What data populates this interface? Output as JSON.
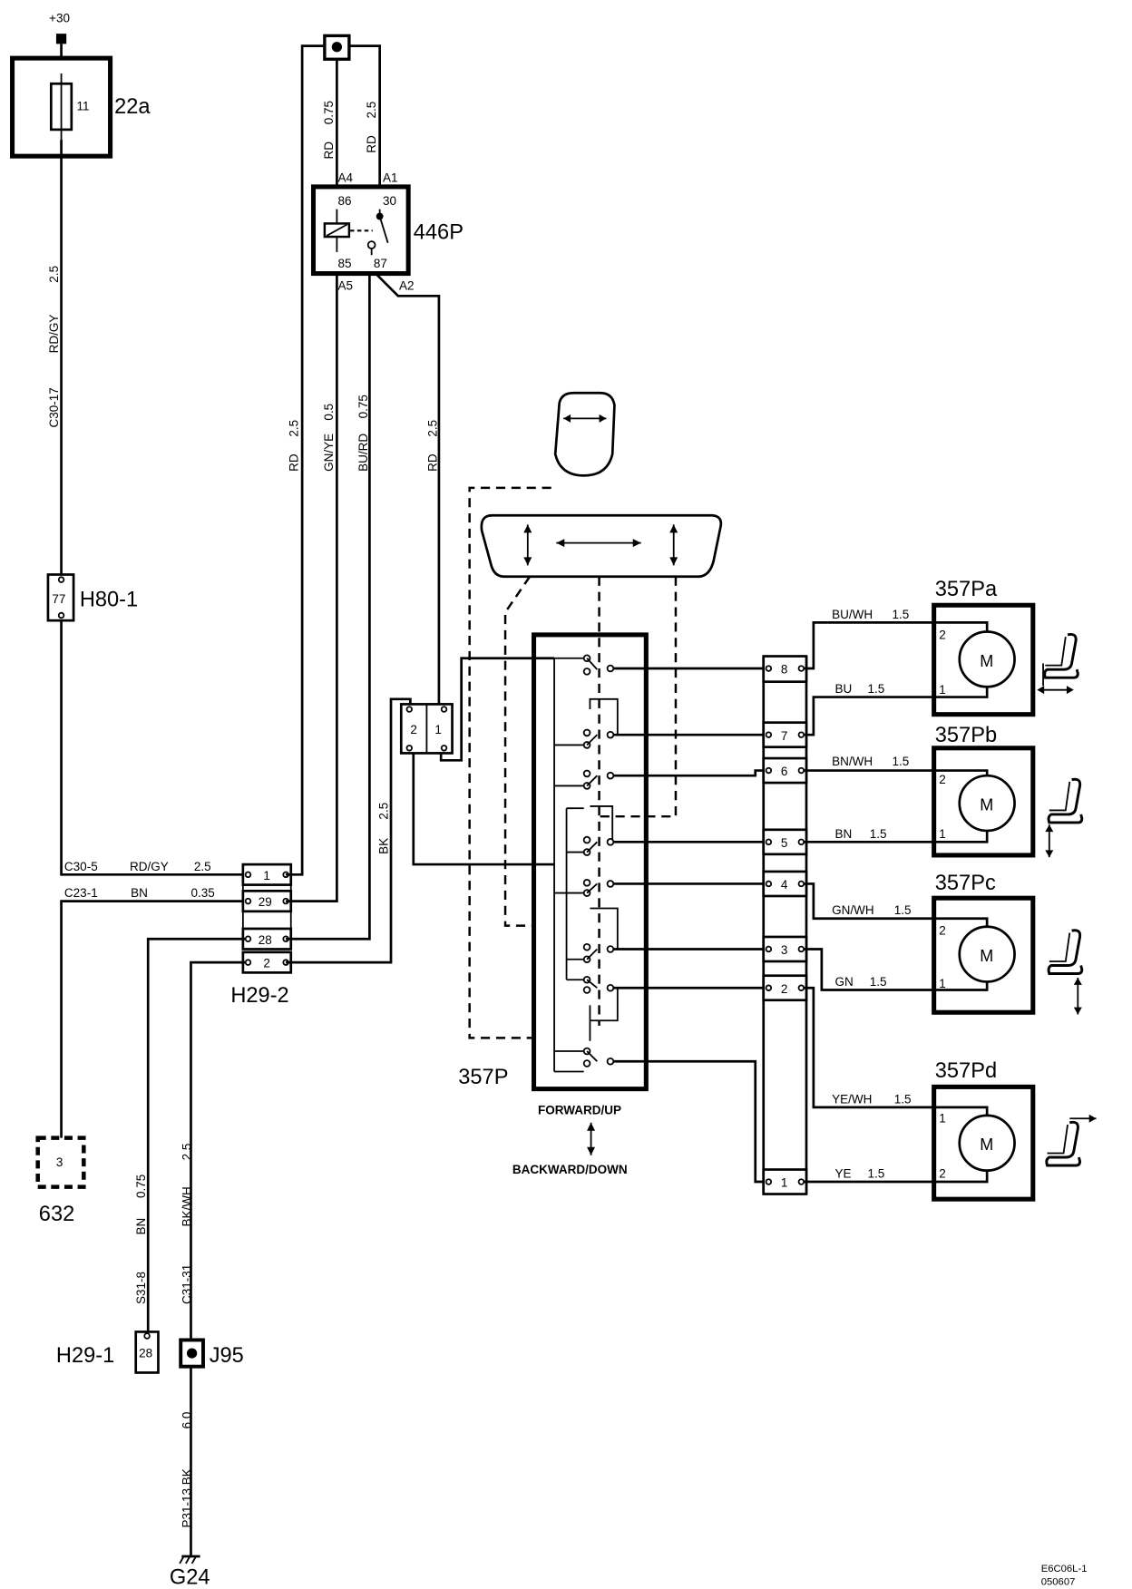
{
  "supply_terminal": "+30",
  "fuse": {
    "pin": "11",
    "name": "22a"
  },
  "relay": {
    "name": "446P",
    "a4": "A4",
    "a1": "A1",
    "p86": "86",
    "p30": "30",
    "p85": "85",
    "p87": "87",
    "a5": "A5",
    "a2": "A2"
  },
  "h80_1": {
    "name": "H80-1",
    "pin": "77"
  },
  "h29_2": {
    "name": "H29-2",
    "pins": [
      "1",
      "29",
      "28",
      "2"
    ]
  },
  "h29_1": {
    "name": "H29-1",
    "pin": "28"
  },
  "c632": {
    "name": "632",
    "pin": "3"
  },
  "j95": {
    "name": "J95"
  },
  "ground": {
    "name": "G24"
  },
  "switch": {
    "name": "357P",
    "forward_up": "FORWARD/UP",
    "backward_down": "BACKWARD/DOWN",
    "input_pins": [
      "2",
      "1"
    ]
  },
  "switch_connector": {
    "pins": [
      "8",
      "7",
      "6",
      "5",
      "4",
      "3",
      "2",
      "1"
    ]
  },
  "wires": {
    "fuse_to_h80": {
      "color": "RD/GY",
      "size": "2.5",
      "connector": "C30-17"
    },
    "h80_to_h29": {
      "connector": "C30-5",
      "color": "RD/GY",
      "size": "2.5"
    },
    "h29_to_632": {
      "connector": "C23-1",
      "color": "BN",
      "size": "0.35"
    },
    "relay_86_feed": {
      "color": "RD",
      "size": "0.75"
    },
    "relay_30_feed": {
      "color": "RD",
      "size": "2.5"
    },
    "h29_pin1_riser": {
      "color": "RD",
      "size": "2.5"
    },
    "relay_85": {
      "color": "GN/YE",
      "size": "0.5"
    },
    "relay_87": {
      "color": "BU/RD",
      "size": "0.75"
    },
    "relay_a2_out": {
      "color": "RD",
      "size": "2.5"
    },
    "switch_ground": {
      "color": "BK",
      "size": "2.5"
    },
    "h29_1_feed": {
      "color": "BN",
      "size": "0.75",
      "connector": "S31-8"
    },
    "j95_feed": {
      "color": "BK/WH",
      "size": "2.5",
      "connector": "C31-31"
    },
    "ground_lead": {
      "size": "6.0",
      "connector_color": "P31-13 BK"
    }
  },
  "motors": [
    {
      "name": "357Pa",
      "symbol": "M",
      "top_pin": "2",
      "bottom_pin": "1",
      "top_wire": {
        "color": "BU/WH",
        "size": "1.5"
      },
      "bottom_wire": {
        "color": "BU",
        "size": "1.5"
      }
    },
    {
      "name": "357Pb",
      "symbol": "M",
      "top_pin": "2",
      "bottom_pin": "1",
      "top_wire": {
        "color": "BN/WH",
        "size": "1.5"
      },
      "bottom_wire": {
        "color": "BN",
        "size": "1.5"
      }
    },
    {
      "name": "357Pc",
      "symbol": "M",
      "top_pin": "2",
      "bottom_pin": "1",
      "top_wire": {
        "color": "GN/WH",
        "size": "1.5"
      },
      "bottom_wire": {
        "color": "GN",
        "size": "1.5"
      }
    },
    {
      "name": "357Pd",
      "symbol": "M",
      "top_pin": "1",
      "bottom_pin": "2",
      "top_wire": {
        "color": "YE/WH",
        "size": "1.5"
      },
      "bottom_wire": {
        "color": "YE",
        "size": "1.5"
      }
    }
  ],
  "drawing_code": {
    "code": "E6C06L-1",
    "ref": "050607"
  }
}
